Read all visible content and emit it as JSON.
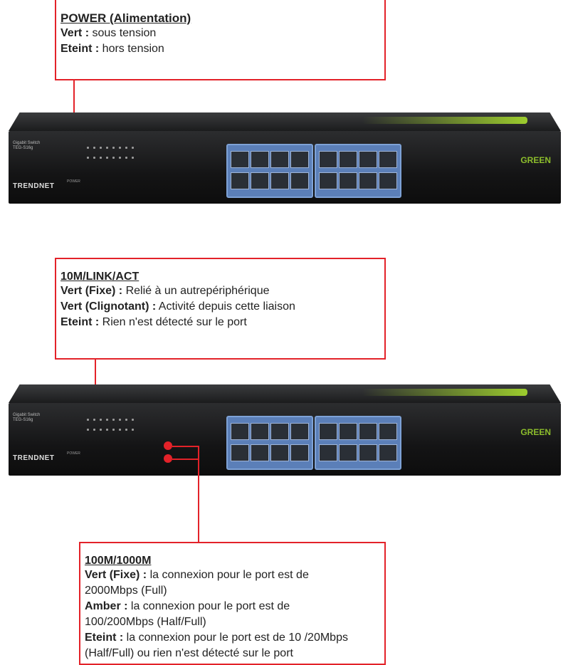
{
  "box1": {
    "title": "POWER (Alimentation)",
    "lines": [
      {
        "label": "Vert :",
        "text": " sous tension"
      },
      {
        "label": "Eteint :",
        "text": " hors tension"
      }
    ]
  },
  "box2": {
    "title": "10M/LINK/ACT",
    "lines": [
      {
        "label": "Vert (Fixe) :",
        "text": " Relié à un autrepériphérique"
      },
      {
        "label": "Vert (Clignotant) :",
        "text": " Activité depuis cette liaison"
      },
      {
        "label": "Eteint :",
        "text": " Rien n'est détecté sur le port"
      }
    ]
  },
  "box3": {
    "title": "100M/1000M",
    "lines": [
      {
        "label": "Vert (Fixe) :",
        "text": " la connexion pour le port est de"
      },
      {
        "label": "",
        "text": "2000Mbps (Full)"
      },
      {
        "label": "Amber :",
        "text": " la connexion pour le port est de"
      },
      {
        "label": "",
        "text": "100/200Mbps (Half/Full)"
      },
      {
        "label": "Eteint :",
        "text": " la connexion pour le port est de 10 /20Mbps"
      },
      {
        "label": "",
        "text": "(Half/Full) ou rien n'est détecté sur le port"
      }
    ]
  },
  "device": {
    "brand": "TRENDNET",
    "model_line1": "Gigabit Switch",
    "model_line2": "TEG-S16g",
    "eco_logo": "GREEN",
    "power_label": "POWER"
  },
  "colors": {
    "accent": "#e32229",
    "port_blue": "#5b7fb8",
    "green_logo": "#8cbd2c"
  }
}
